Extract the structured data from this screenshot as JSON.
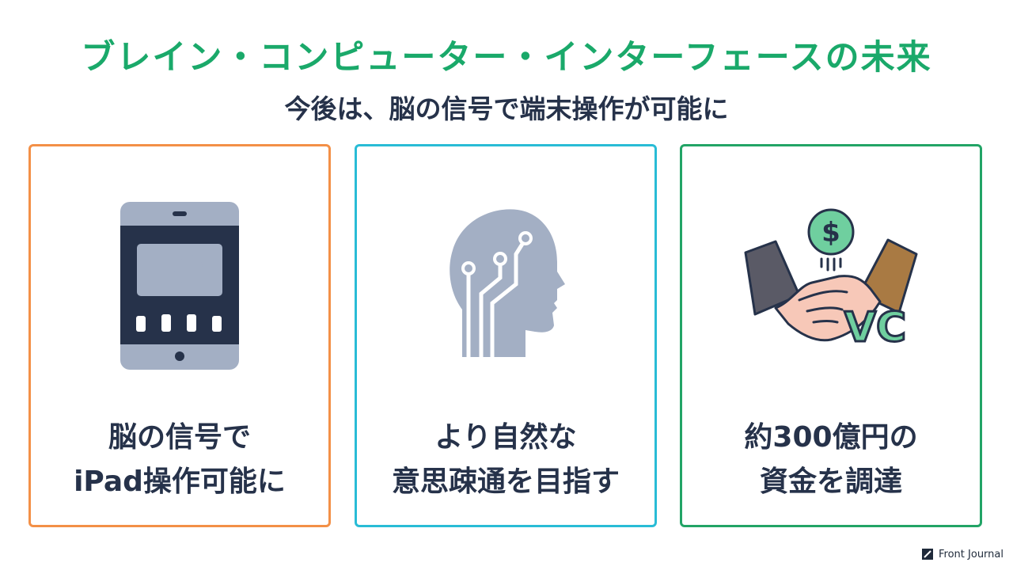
{
  "title": "ブレイン・コンピューター・インターフェースの未来",
  "subtitle": "今後は、脳の信号で端末操作が可能に",
  "cards": [
    {
      "icon": "tablet-icon",
      "line1": "脳の信号で",
      "line2": "iPad操作可能に",
      "border_color": "#f39047"
    },
    {
      "icon": "brain-circuit-head-icon",
      "line1": "より自然な",
      "line2": "意思疎通を目指す",
      "border_color": "#29bcd6"
    },
    {
      "icon": "handshake-money-icon",
      "icon_label": "VC",
      "line1": "約300億円の",
      "line2": "資金を調達",
      "border_color": "#22a466"
    }
  ],
  "brand": {
    "name": "Front Journal"
  },
  "colors": {
    "title": "#1aa96a",
    "text": "#26324a"
  }
}
